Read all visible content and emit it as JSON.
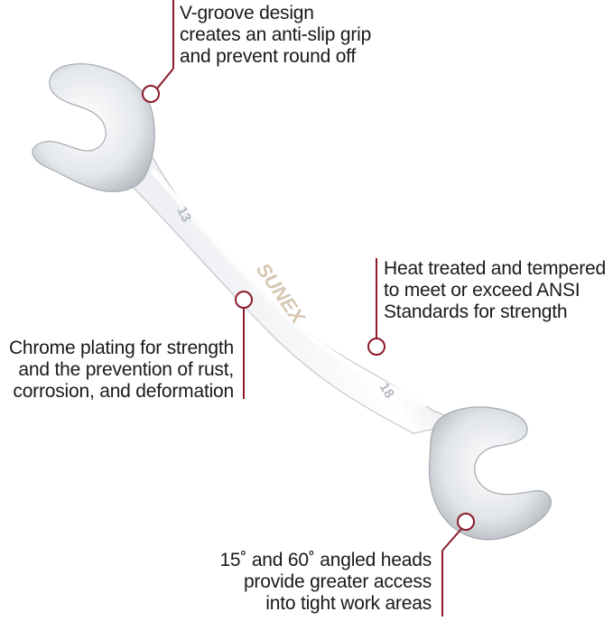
{
  "brand": "SUNEX",
  "size_marks": {
    "upper_head": "13",
    "lower_head": "18"
  },
  "callouts": {
    "vgroove": {
      "lines": [
        "V-groove design",
        "creates an anti-slip grip",
        "and prevent round off"
      ]
    },
    "heat_treated": {
      "lines": [
        "Heat treated and tempered",
        "to meet or exceed ANSI",
        "Standards for strength"
      ]
    },
    "chrome": {
      "lines": [
        "Chrome plating for strength",
        "and the prevention of rust,",
        "corrosion, and deformation"
      ]
    },
    "angled_heads": {
      "lines": [
        "15˚ and 60˚ angled heads",
        "provide greater access",
        "into tight work areas"
      ]
    }
  },
  "colors": {
    "leader": "#8b1a2b",
    "text": "#1a1a1a",
    "chrome_light": "#f4f5f7",
    "chrome_mid": "#d3d6db",
    "chrome_dark": "#9da2a9"
  }
}
